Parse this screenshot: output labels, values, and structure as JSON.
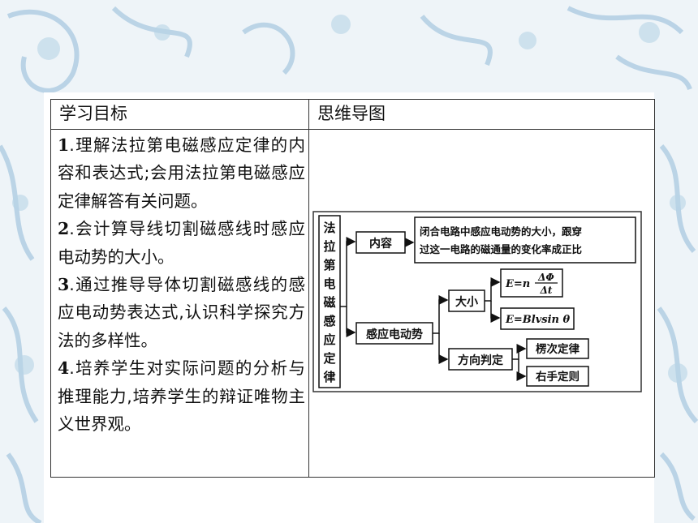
{
  "table": {
    "header_left": "学习目标",
    "header_right": "思维导图",
    "goals": [
      {
        "num": "1",
        "text": ".理解法拉第电磁感应定律的内容和表达式;会用法拉第电磁感应定律解答有关问题。"
      },
      {
        "num": "2",
        "text": ".会计算导线切割磁感线时感应电动势的大小。"
      },
      {
        "num": "3",
        "text": ".通过推导导体切割磁感线的感应电动势表达式,认识科学探究方法的多样性。"
      },
      {
        "num": "4",
        "text": ".培养学生对实际问题的分析与推理能力,培养学生的辩证唯物主义世界观。"
      }
    ]
  },
  "mindmap": {
    "root": [
      "法",
      "拉",
      "第",
      "电",
      "磁",
      "感",
      "应",
      "定",
      "律"
    ],
    "content_label": "内容",
    "content_text": [
      "闭合电路中感应电动势的大小，跟穿",
      "过这一电路的磁通量的变化率成正比"
    ],
    "emf_label": "感应电动势",
    "magnitude_label": "大小",
    "formula1": {
      "lhs": "E=n",
      "num": "ΔΦ",
      "den": "Δt"
    },
    "formula2": "E=Blvsin θ",
    "direction_label": "方向判定",
    "rule1": "楞次定律",
    "rule2": "右手定则"
  },
  "colors": {
    "background_swirl": "#9fc3dd",
    "border": "#333333",
    "arrow": "#111111"
  }
}
